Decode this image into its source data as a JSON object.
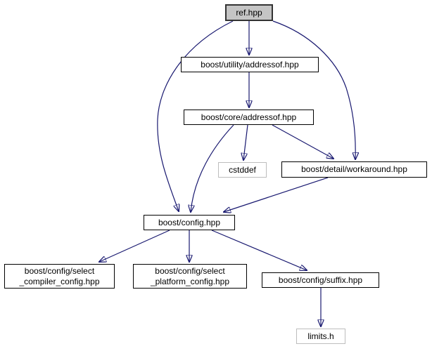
{
  "page": {
    "background": "#ffffff"
  },
  "diagram": {
    "kind": "include-dependency-graph",
    "edge_color": "#191970",
    "root_node_fill": "#c5c5c5",
    "header_node_border": "#000000",
    "system_node_border": "#bdbdbd",
    "nodes": [
      {
        "id": "ref",
        "label": "ref.hpp",
        "type": "root"
      },
      {
        "id": "utility_addressof",
        "label": "boost/utility/addressof.hpp",
        "type": "header"
      },
      {
        "id": "core_addressof",
        "label": "boost/core/addressof.hpp",
        "type": "header"
      },
      {
        "id": "cstddef",
        "label": "cstddef",
        "type": "system"
      },
      {
        "id": "workaround",
        "label": "boost/detail/workaround.hpp",
        "type": "header"
      },
      {
        "id": "config",
        "label": "boost/config.hpp",
        "type": "header"
      },
      {
        "id": "select_compiler",
        "label": "boost/config/select\n_compiler_config.hpp",
        "type": "header"
      },
      {
        "id": "select_platform",
        "label": "boost/config/select\n_platform_config.hpp",
        "type": "header"
      },
      {
        "id": "suffix",
        "label": "boost/config/suffix.hpp",
        "type": "header"
      },
      {
        "id": "limits",
        "label": "limits.h",
        "type": "system"
      }
    ],
    "edges": [
      {
        "from": "ref.hpp",
        "to": "boost/utility/addressof.hpp"
      },
      {
        "from": "ref.hpp",
        "to": "boost/config.hpp"
      },
      {
        "from": "ref.hpp",
        "to": "boost/detail/workaround.hpp"
      },
      {
        "from": "boost/utility/addressof.hpp",
        "to": "boost/core/addressof.hpp"
      },
      {
        "from": "boost/core/addressof.hpp",
        "to": "cstddef"
      },
      {
        "from": "boost/core/addressof.hpp",
        "to": "boost/detail/workaround.hpp"
      },
      {
        "from": "boost/core/addressof.hpp",
        "to": "boost/config.hpp"
      },
      {
        "from": "boost/detail/workaround.hpp",
        "to": "boost/config.hpp"
      },
      {
        "from": "boost/config.hpp",
        "to": "boost/config/select_compiler_config.hpp"
      },
      {
        "from": "boost/config.hpp",
        "to": "boost/config/select_platform_config.hpp"
      },
      {
        "from": "boost/config.hpp",
        "to": "boost/config/suffix.hpp"
      },
      {
        "from": "boost/config/suffix.hpp",
        "to": "limits.h"
      }
    ]
  }
}
